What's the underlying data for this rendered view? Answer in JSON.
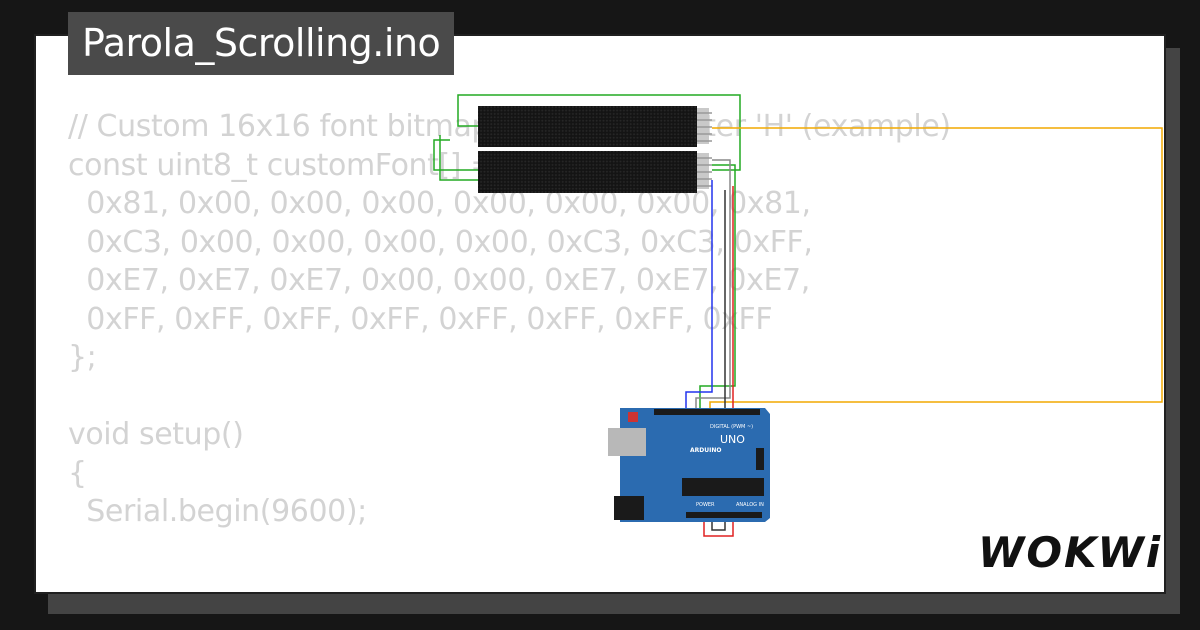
{
  "title": "Parola_Scrolling.ino",
  "code_lines": [
    "// Custom 16x16 font bitmap for the character 'H' (example)",
    "const uint8_t customFont[] = {",
    "  0x81, 0x00, 0x00, 0x00, 0x00, 0x00, 0x00, 0x81,",
    "  0xC3, 0x00, 0x00, 0x00, 0x00, 0xC3, 0xC3, 0xFF,",
    "  0xE7, 0xE7, 0xE7, 0x00, 0x00, 0xE7, 0xE7, 0xE7,",
    "  0xFF, 0xFF, 0xFF, 0xFF, 0xFF, 0xFF, 0xFF, 0xFF",
    "};",
    "",
    "void setup()",
    "{",
    "  Serial.begin(9600);"
  ],
  "board": {
    "model_label": "UNO",
    "brand_label": "ARDUINO",
    "digital_label": "DIGITAL (PWM ~)",
    "analog_label": "ANALOG IN",
    "power_label": "POWER"
  },
  "brand": "WOKWi",
  "colors": {
    "background": "#161616",
    "card": "#ffffff",
    "code_text": "#d3d3d3",
    "title_bg": "#4a4a4a",
    "matrix": "#141414",
    "board": "#2b6bb0",
    "wire_green": "#22aa22",
    "wire_orange": "#f2a900",
    "wire_blue": "#2233ee",
    "wire_red": "#e02020",
    "wire_gray": "#888888"
  }
}
